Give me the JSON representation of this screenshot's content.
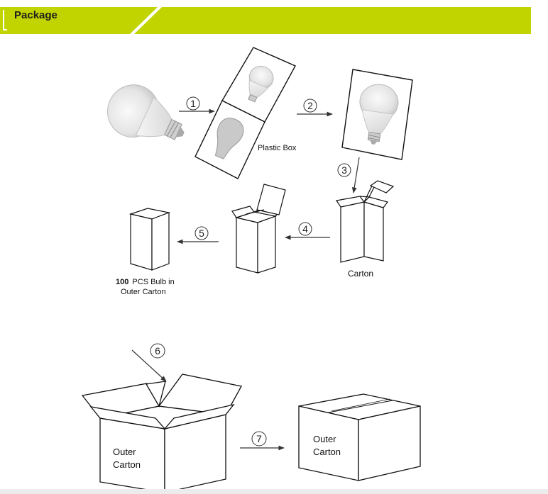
{
  "header": {
    "title": "Package",
    "accent_color": "#c2d400",
    "dark_accent_color": "#9aad00",
    "background_color": "#ffffff"
  },
  "diagram": {
    "steps": [
      "1",
      "2",
      "3",
      "4",
      "5",
      "6",
      "7"
    ],
    "labels": {
      "plastic_box": "Plastic Box",
      "carton": "Carton",
      "bulk_count": "100",
      "bulk_line1_rest": "PCS Bulb in",
      "bulk_line2": "Outer Carton",
      "open_outer_line1": "Outer",
      "open_outer_line2": "Carton",
      "closed_outer_line1": "Outer",
      "closed_outer_line2": "Carton"
    },
    "icons": [
      "led-bulb-icon",
      "arrow-right-icon",
      "box-icon",
      "open-box-icon"
    ]
  }
}
